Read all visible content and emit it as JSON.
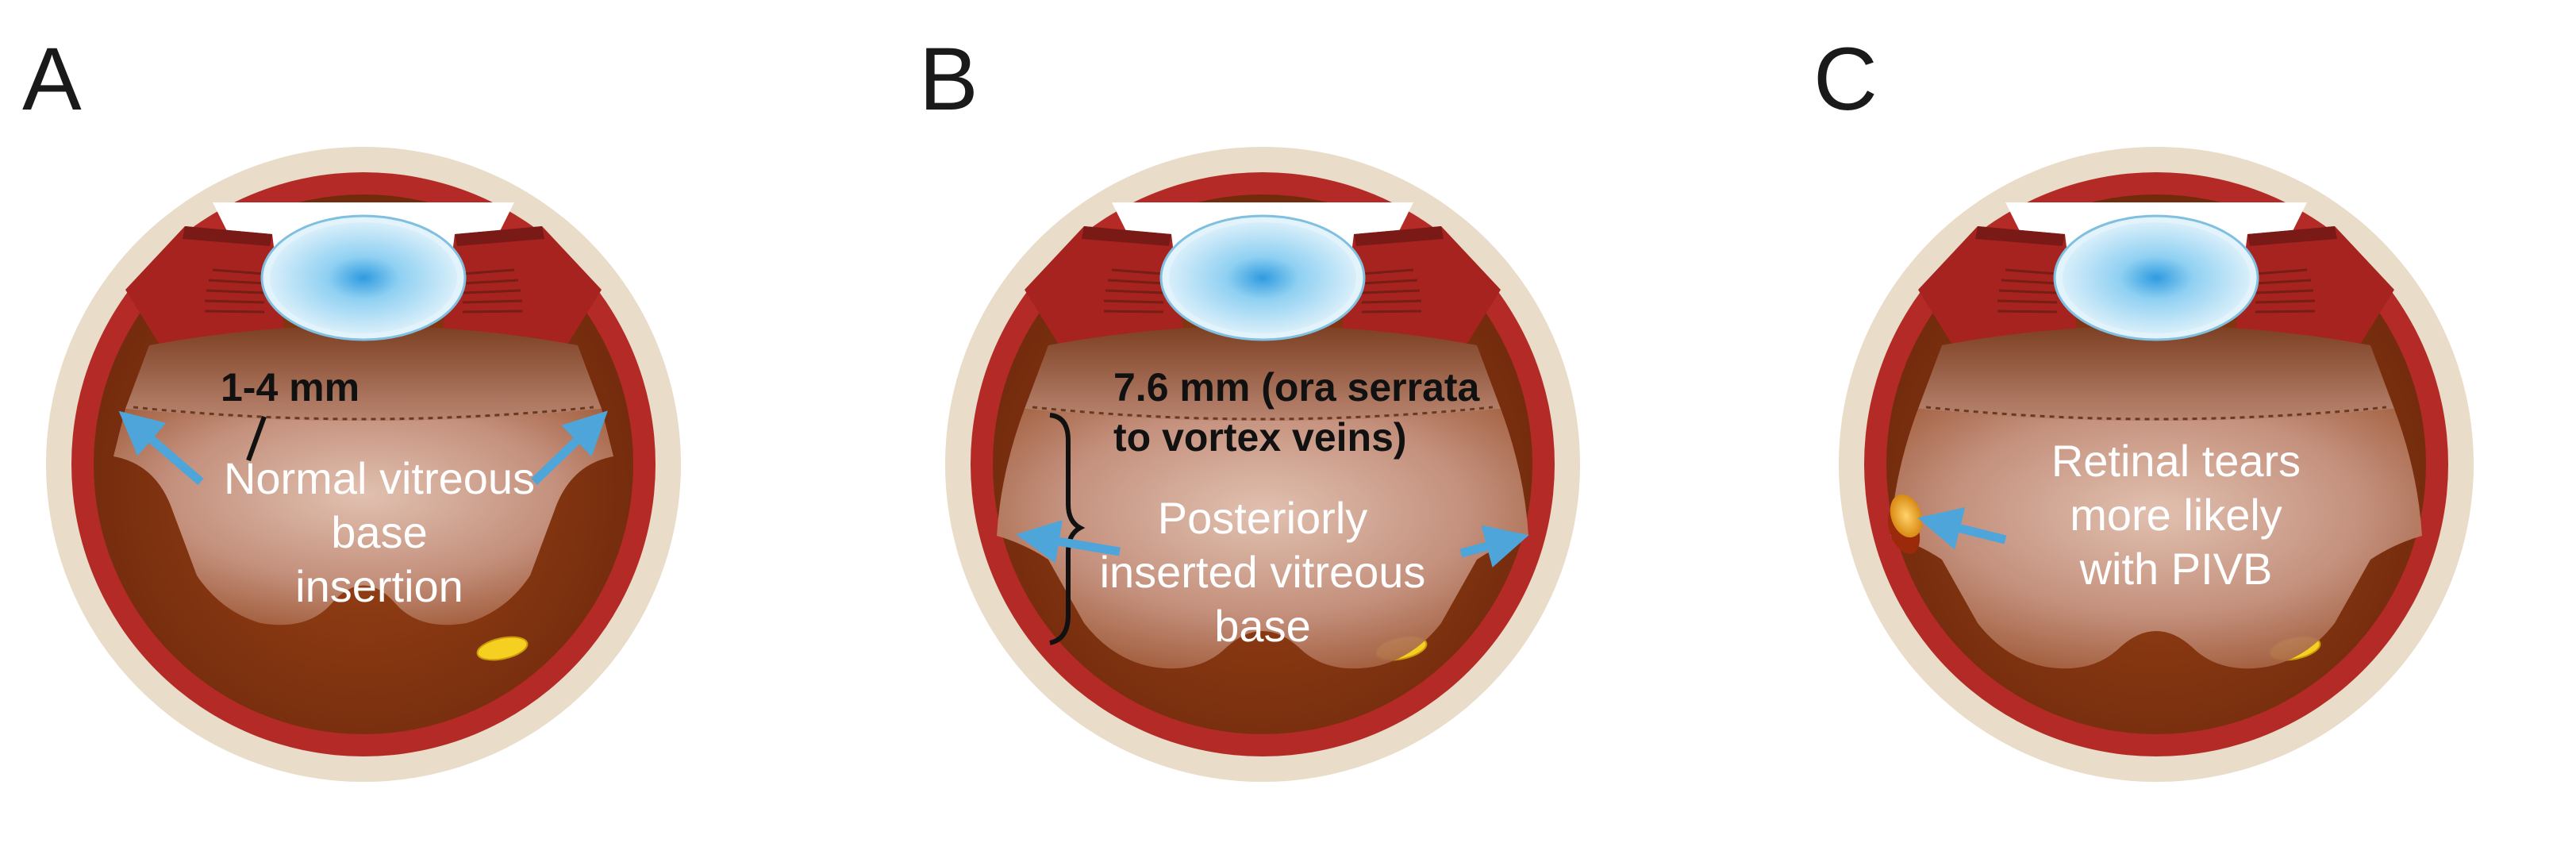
{
  "colors": {
    "sclera": "#e9dcc8",
    "choroid": "#b42a26",
    "retina": "#8e3a12",
    "vitreous_base": "#d7b3a0",
    "cornea": "#cfeaf8",
    "lens": "#bfe4f6",
    "lens_core": "#4aa9e0",
    "arrow": "#4ea5d9",
    "fovea": "#f5d020",
    "tear": "#e8a020"
  },
  "panels": [
    {
      "letter": "A",
      "measure": "1-4 mm",
      "label_lines": [
        "Normal vitreous",
        "base",
        "insertion"
      ]
    },
    {
      "letter": "B",
      "measure_lines": [
        "7.6 mm (ora serrata",
        "to vortex veins)"
      ],
      "label_lines": [
        "Posteriorly",
        "inserted vitreous",
        "base"
      ]
    },
    {
      "letter": "C",
      "label_lines": [
        "Retinal tears",
        "more likely",
        "with PIVB"
      ]
    }
  ]
}
